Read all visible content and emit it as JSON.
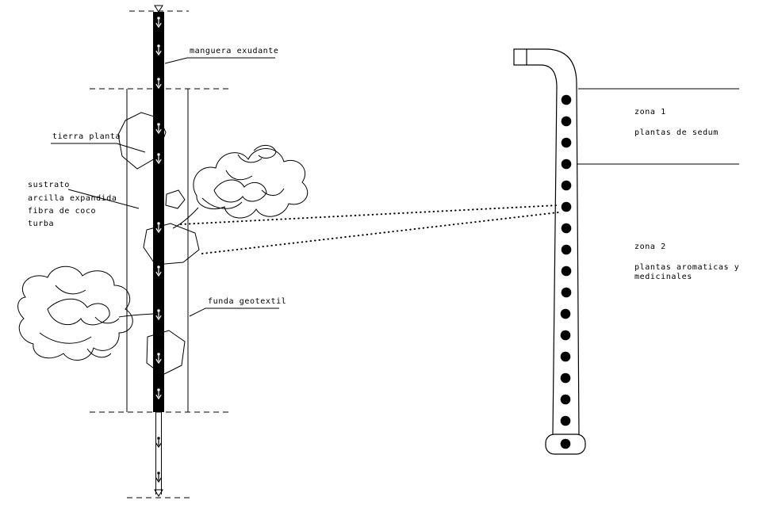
{
  "labels": {
    "manguera_exudante": "manguera exudante",
    "tierra_planta": "tierra planta",
    "sustrato_lines": [
      "sustrato",
      "arcilla expandida",
      "fibra de coco",
      "turba"
    ],
    "funda_geotextil": "funda geotextil",
    "zona1_title": "zona 1",
    "zona1_desc": "plantas de sedum",
    "zona2_title": "zona 2",
    "zona2_desc_lines": [
      "plantas aromaticas y",
      "medicinales"
    ]
  },
  "colors": {
    "ink": "#000000",
    "paper": "#ffffff"
  }
}
